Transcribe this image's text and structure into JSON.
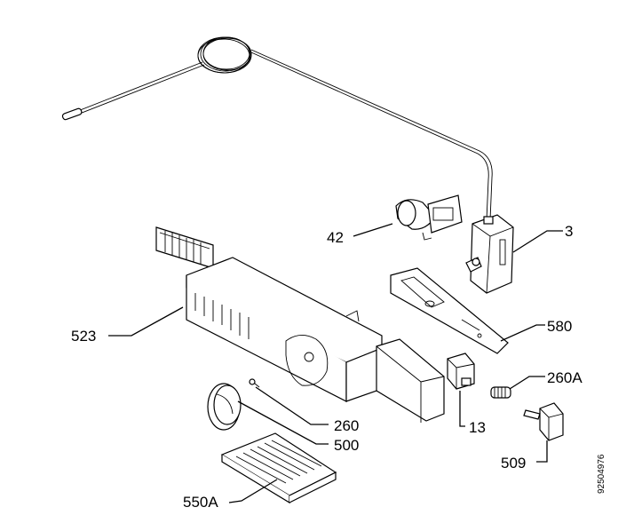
{
  "diagram": {
    "callouts": [
      {
        "id": "p3",
        "text": "3"
      },
      {
        "id": "p42",
        "text": "42"
      },
      {
        "id": "p523",
        "text": "523"
      },
      {
        "id": "p580",
        "text": "580"
      },
      {
        "id": "p260A",
        "text": "260A"
      },
      {
        "id": "p260",
        "text": "260"
      },
      {
        "id": "p13",
        "text": "13"
      },
      {
        "id": "p500",
        "text": "500"
      },
      {
        "id": "p509",
        "text": "509"
      },
      {
        "id": "p550A",
        "text": "550A"
      }
    ],
    "drawing_number": "92504976"
  }
}
